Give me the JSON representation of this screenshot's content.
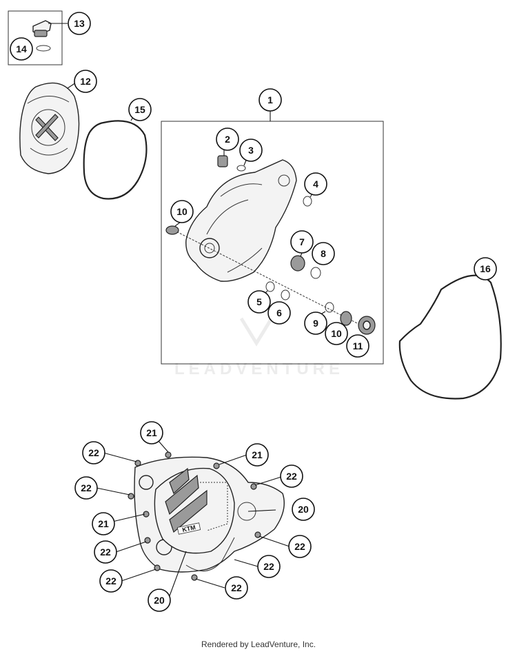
{
  "callouts": {
    "c1": "1",
    "c2": "2",
    "c3": "3",
    "c4": "4",
    "c5": "5",
    "c6": "6",
    "c7": "7",
    "c8": "8",
    "c9": "9",
    "c10a": "10",
    "c10b": "10",
    "c11": "11",
    "c12": "12",
    "c13": "13",
    "c14": "14",
    "c15": "15",
    "c16": "16",
    "c20a": "20",
    "c20b": "20",
    "c21a": "21",
    "c21b": "21",
    "c21c": "21",
    "c22a": "22",
    "c22b": "22",
    "c22c": "22",
    "c22d": "22",
    "c22e": "22",
    "c22f": "22",
    "c22g": "22",
    "c22h": "22"
  },
  "cover_logo": "KTM",
  "watermark": "LEADVENTURE",
  "footer": "Rendered by LeadVenture, Inc."
}
